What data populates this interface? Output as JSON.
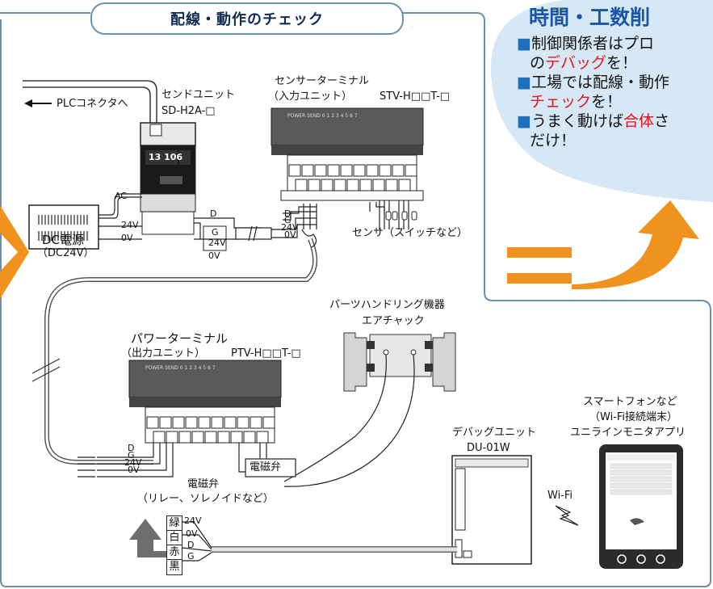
{
  "title": "配線・動作のチェック",
  "bubble": {
    "title": "時間・工数削",
    "lines": [
      {
        "bullet": "■",
        "parts": [
          {
            "text": "制御関係者はプロ",
            "red": false
          }
        ]
      },
      {
        "bullet": "",
        "parts": [
          {
            "text": "の",
            "red": false
          },
          {
            "text": "デバッグ",
            "red": true
          },
          {
            "text": "を！",
            "red": false
          }
        ]
      },
      {
        "bullet": "■",
        "parts": [
          {
            "text": "工場では配線・動作",
            "red": false
          }
        ]
      },
      {
        "bullet": "",
        "parts": [
          {
            "text": "チェック",
            "red": true
          },
          {
            "text": "を！",
            "red": false
          }
        ]
      },
      {
        "bullet": "■",
        "parts": [
          {
            "text": "うまく動けば",
            "red": false
          },
          {
            "text": "合体",
            "red": true
          },
          {
            "text": "さ",
            "red": false
          }
        ]
      },
      {
        "bullet": "",
        "parts": [
          {
            "text": "だけ！",
            "red": false
          }
        ]
      }
    ]
  },
  "labels": {
    "plc": "PLCコネクタへ",
    "send_unit_name": "センドユニット",
    "send_unit_model": "SD-H2A-□",
    "sensor_terminal_name": "センサーターミナル",
    "sensor_terminal_sub": "（入力ユニット）",
    "sensor_terminal_model": "STV-H□□T-□",
    "ac": "AC",
    "dc_power": "DC電源",
    "dc_power_sub": "（DC24V）",
    "sensor": "センサ（スイッチなど）",
    "parts_handling": "パーツハンドリング機器",
    "air_chuck": "エアチャック",
    "power_terminal_name": "パワーターミナル",
    "power_terminal_sub": "（出力ユニット）",
    "power_terminal_model": "PTV-H□□T-□",
    "solenoid_box": "電磁弁",
    "solenoid": "電磁弁",
    "solenoid_sub": "（リレー、ソレノイドなど）",
    "debug_unit_name": "デバッグユニット",
    "debug_unit_model": "DU-01W",
    "smartphone_1": "スマートフォンなど",
    "smartphone_2": "（Wi-Fi接続端末）",
    "smartphone_3": "ユニラインモニタアプリ",
    "wifi": "Wi-Fi",
    "w_d": "D",
    "w_g": "G",
    "w_24v": "24V",
    "w_0v": "0V",
    "display_digits": "13 106",
    "terminal_header": "POWER  SEND     0    1    2    3    4    5    6    7"
  },
  "wire_colors": [
    {
      "color": "緑",
      "signal": "24V"
    },
    {
      "color": "白",
      "signal": "0V"
    },
    {
      "color": "赤",
      "signal": "D"
    },
    {
      "color": "黒",
      "signal": "G"
    }
  ],
  "colors": {
    "frame": "#6a8fb0",
    "title_text": "#0e2a54",
    "bubble_fill": "#d6e7f5",
    "bubble_title": "#1a56a8",
    "accent_orange": "#f0921e",
    "highlight_red": "#e8141b"
  }
}
